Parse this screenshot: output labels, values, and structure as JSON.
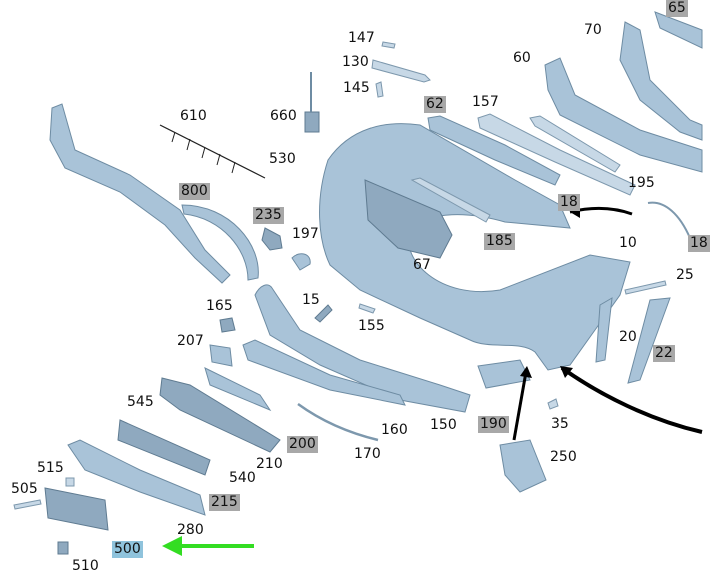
{
  "labels": {
    "p147": "147",
    "p130": "130",
    "p145": "145",
    "p660": "660",
    "p62": "62",
    "p157": "157",
    "p60": "60",
    "p70": "70",
    "p65": "65",
    "p610": "610",
    "p530": "530",
    "p800": "800",
    "p235": "235",
    "p197": "197",
    "p67": "67",
    "p185": "185",
    "p18": "18",
    "p195": "195",
    "p10": "10",
    "p18b": "18",
    "p25": "25",
    "p20": "20",
    "p22": "22",
    "p165": "165",
    "p15": "15",
    "p155": "155",
    "p207": "207",
    "p545": "545",
    "p200": "200",
    "p160": "160",
    "p150": "150",
    "p190": "190",
    "p35": "35",
    "p170": "170",
    "p250": "250",
    "p210": "210",
    "p540": "540",
    "p515": "515",
    "p505": "505",
    "p215": "215",
    "p280": "280",
    "p500": "500",
    "p510": "510"
  },
  "colors": {
    "part_fill": "#a9c3d8",
    "part_stroke": "#6e8ca3",
    "highlight_gray": "#a8a8a8",
    "highlight_blue": "#8fc3dc",
    "pointer_arrow": "#33dd22",
    "leader_arrow": "#000000"
  }
}
